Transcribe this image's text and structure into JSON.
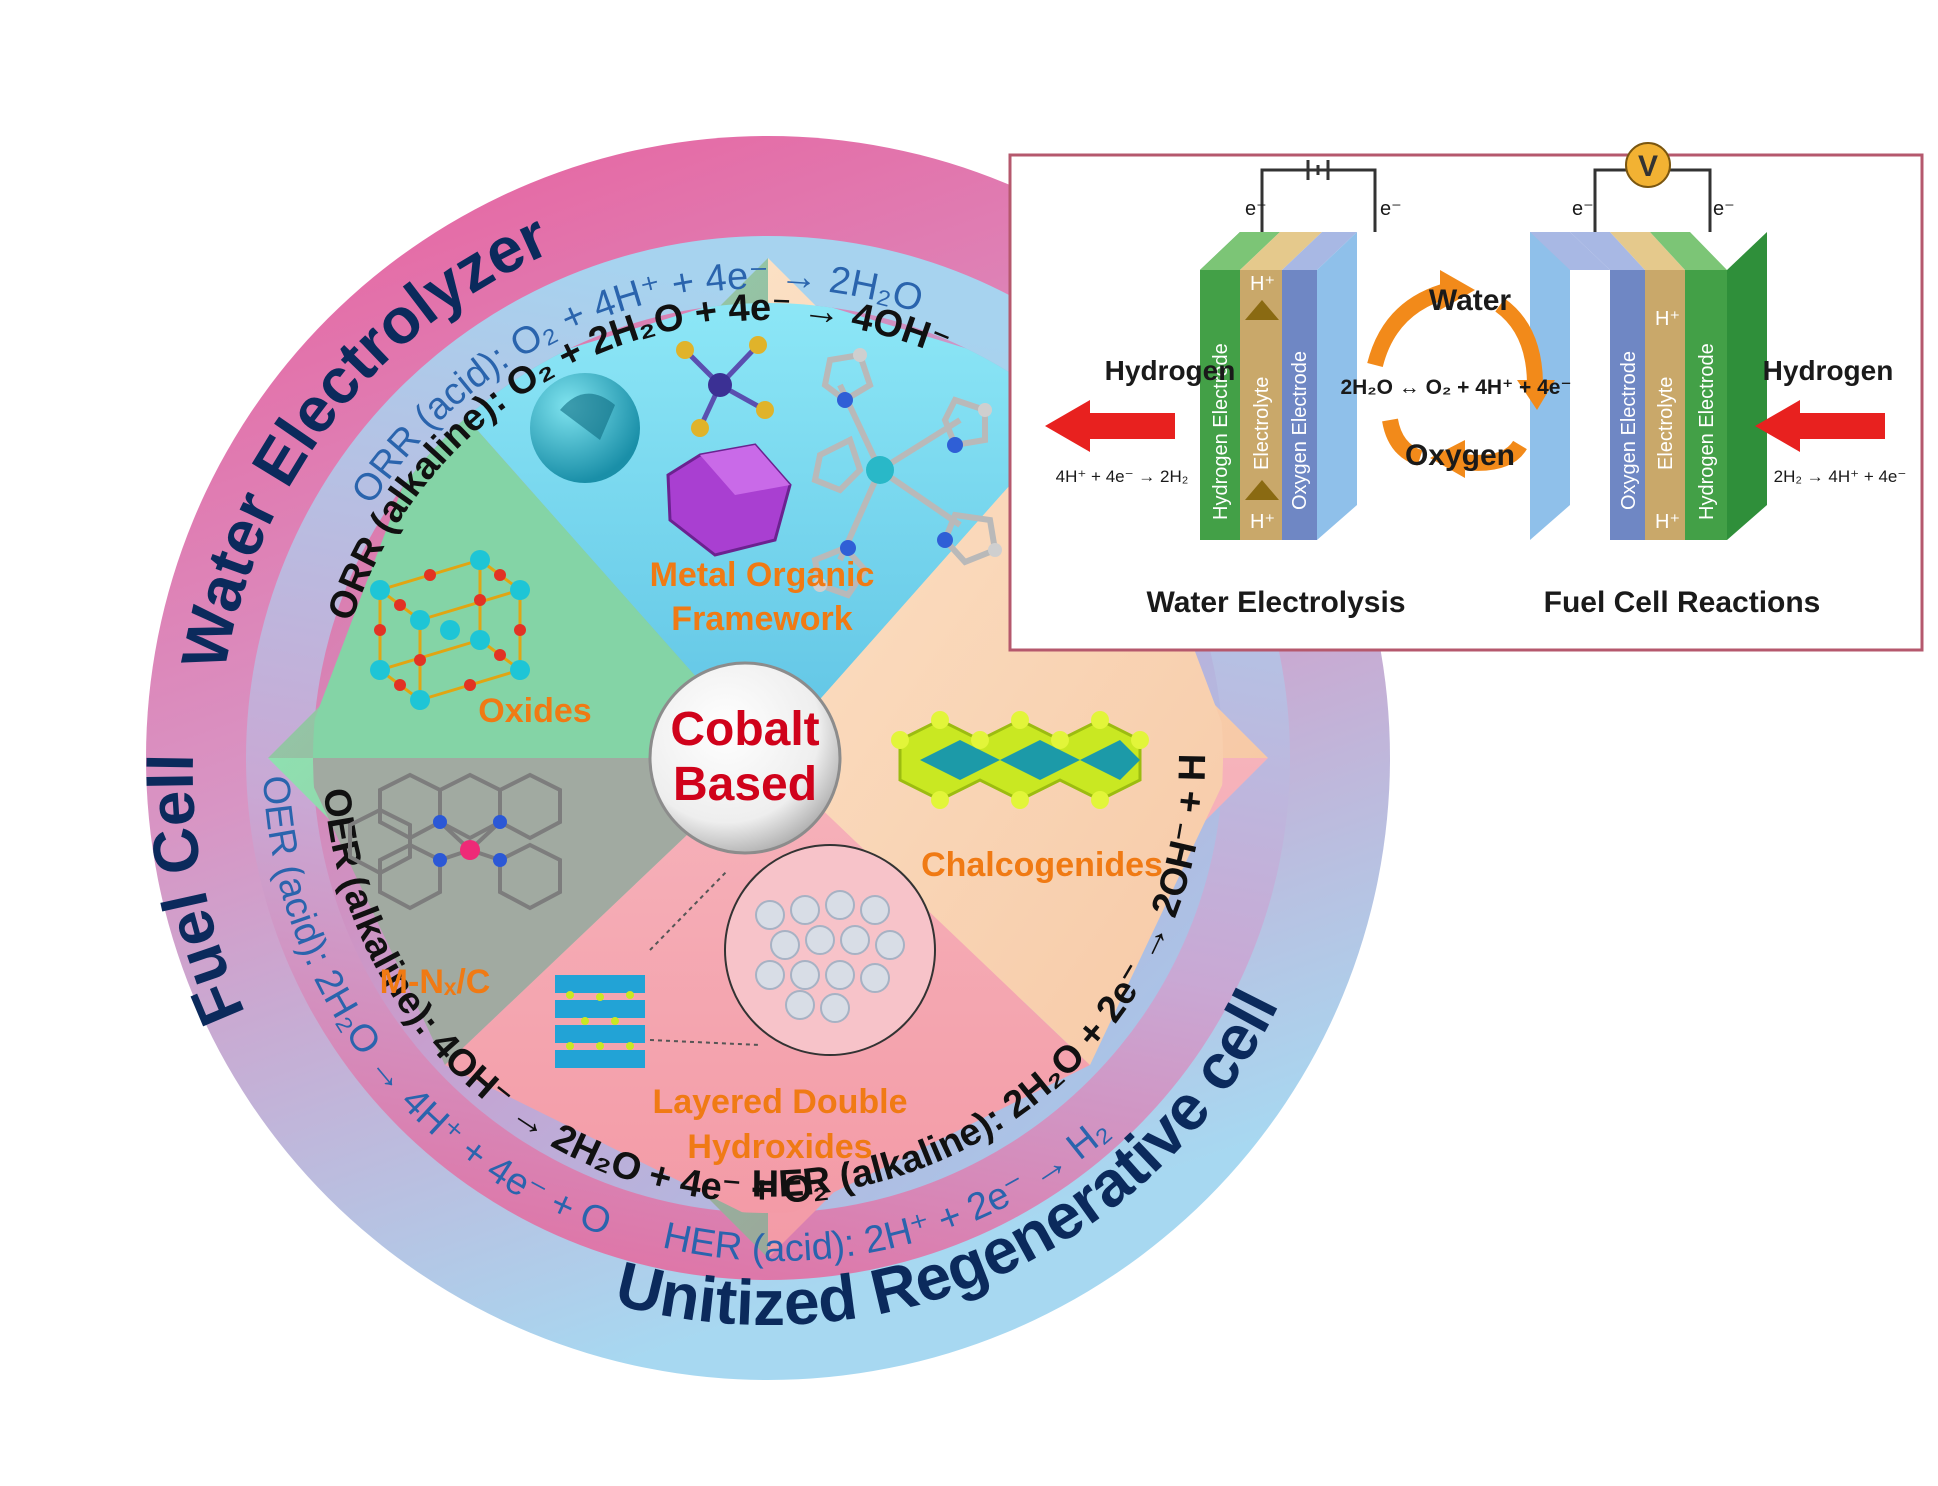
{
  "ring_labels": {
    "outer_top": "Water Electrolyzer",
    "outer_left": "Fuel Cell",
    "outer_bottom": "Unitized Regenerative cell"
  },
  "reactions": {
    "orr_acid": "ORR (acid): O₂ + 4H⁺ + 4e⁻ → 2H₂O",
    "orr_alkaline": "ORR (alkaline): O₂ + 2H₂O + 4e⁻ → 4OH⁻",
    "oer_acid": "OER (acid): 2H₂O → 4H⁺ + 4e⁻ + O₂",
    "oer_alkaline": "OER (alkaline): 4OH⁻ → 2H₂O + 4e⁻ + O₂",
    "her_acid": "HER (acid): 2H⁺ + 2e⁻ → H₂",
    "her_alkaline": "HER (alkaline): 2H₂O + 2e⁻ → 2OH⁻ + H₂"
  },
  "categories": {
    "mof_line1": "Metal Organic",
    "mof_line2": "Framework",
    "oxides": "Oxides",
    "mnxc": "M-Nₓ/C",
    "chalcogenides": "Chalcogenides",
    "ldh_line1": "Layered Double",
    "ldh_line2": "Hydroxides"
  },
  "center": {
    "line1": "Cobalt",
    "line2": "Based"
  },
  "inset": {
    "hydrogen_left": "Hydrogen",
    "hydrogen_right": "Hydrogen",
    "water": "Water",
    "oxygen": "Oxygen",
    "center_eq": "2H₂O ↔ O₂ + 4H⁺ + 4e⁻",
    "left_eq": "4H⁺ + 4e⁻ → 2H₂",
    "right_eq": "2H₂ → 4H⁺ + 4e⁻",
    "electron": "e⁻",
    "proton": "H⁺",
    "voltmeter": "V",
    "layer_hydrogen_electrode": "Hydrogen Electrode",
    "layer_electrolyte": "Electrolyte",
    "layer_oxygen_electrode": "Oxygen Electrode",
    "caption_left": "Water Electrolysis",
    "caption_right": "Fuel Cell Reactions"
  },
  "colors": {
    "outer_ring_top": "#e7609b",
    "outer_ring_bottom": "#a9d6ef",
    "title_text": "#0b2a5c",
    "acid_eq_text": "#2a64ad",
    "category_text": "#f07a14",
    "center_text": "#d0021b",
    "arrow_red": "#e8211f",
    "arrow_orange": "#f28a1a"
  }
}
